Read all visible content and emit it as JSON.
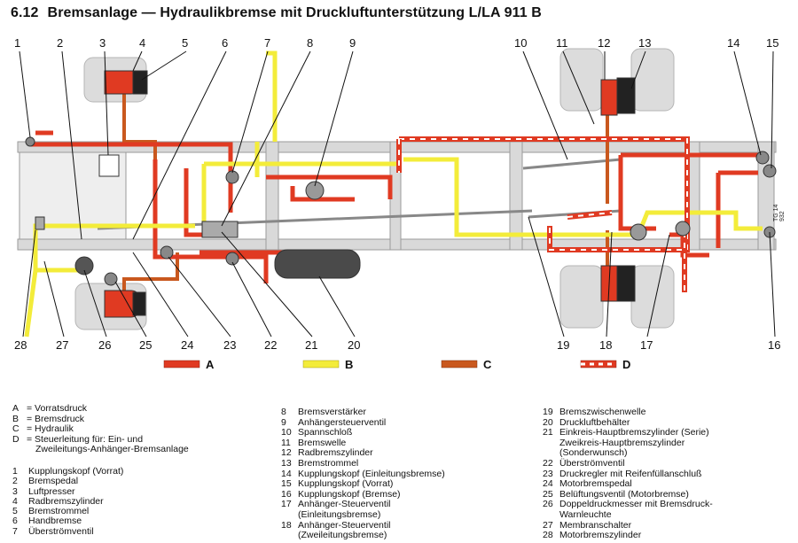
{
  "header": {
    "section_number": "6.12",
    "title": "Bremsanlage — Hydraulikbremse mit Druckluftunterstützung L/LA 911 B"
  },
  "side_code": "TG 14 932",
  "callouts_top": [
    "1",
    "2",
    "3",
    "4",
    "5",
    "6",
    "7",
    "8",
    "9",
    "10",
    "11",
    "12",
    "13",
    "14",
    "15"
  ],
  "callouts_bottom": [
    "28",
    "27",
    "26",
    "25",
    "24",
    "23",
    "22",
    "21",
    "20",
    "19",
    "18",
    "17",
    "16"
  ],
  "line_legend": [
    {
      "key": "A",
      "color": "#e03a22",
      "style": "solid"
    },
    {
      "key": "B",
      "color": "#f3ec3a",
      "style": "solid"
    },
    {
      "key": "C",
      "color": "#c9581e",
      "style": "solid"
    },
    {
      "key": "D",
      "color": "#e03a22",
      "style": "dashed-white"
    }
  ],
  "abbreviations": [
    {
      "key": "A",
      "text": "= Vorratsdruck"
    },
    {
      "key": "B",
      "text": "= Bremsdruck"
    },
    {
      "key": "C",
      "text": "= Hydraulik"
    },
    {
      "key": "D",
      "text": "= Steuerleitung für: Ein- und"
    },
    {
      "key": "",
      "text": "Zweileitungs-Anhänger-Bremsanlage"
    }
  ],
  "parts_col1": [
    {
      "num": "1",
      "text": "Kupplungskopf (Vorrat)"
    },
    {
      "num": "2",
      "text": "Bremspedal"
    },
    {
      "num": "3",
      "text": "Luftpresser"
    },
    {
      "num": "4",
      "text": "Radbremszylinder"
    },
    {
      "num": "5",
      "text": "Bremstrommel"
    },
    {
      "num": "6",
      "text": "Handbremse"
    },
    {
      "num": "7",
      "text": "Überströmventil"
    }
  ],
  "parts_col2": [
    {
      "num": "8",
      "text": "Bremsverstärker"
    },
    {
      "num": "9",
      "text": "Anhängersteuerventil"
    },
    {
      "num": "10",
      "text": "Spannschloß"
    },
    {
      "num": "11",
      "text": "Bremswelle"
    },
    {
      "num": "12",
      "text": "Radbremszylinder"
    },
    {
      "num": "13",
      "text": "Bremstrommel"
    },
    {
      "num": "14",
      "text": "Kupplungskopf (Einleitungsbremse)"
    },
    {
      "num": "15",
      "text": "Kupplungskopf (Vorrat)"
    },
    {
      "num": "16",
      "text": "Kupplungskopf (Bremse)"
    },
    {
      "num": "17",
      "text": "Anhänger-Steuerventil"
    },
    {
      "num": "",
      "text": "(Einleitungsbremse)"
    },
    {
      "num": "18",
      "text": "Anhänger-Steuerventil"
    },
    {
      "num": "",
      "text": "(Zweileitungsbremse)"
    }
  ],
  "parts_col3": [
    {
      "num": "19",
      "text": "Bremszwischenwelle"
    },
    {
      "num": "20",
      "text": "Druckluftbehälter"
    },
    {
      "num": "21",
      "text": "Einkreis-Hauptbremszylinder (Serie)"
    },
    {
      "num": "",
      "text": "Zweikreis-Hauptbremszylinder"
    },
    {
      "num": "",
      "text": "(Sonderwunsch)"
    },
    {
      "num": "22",
      "text": "Überströmventil"
    },
    {
      "num": "23",
      "text": "Druckregler mit Reifenfüllanschluß"
    },
    {
      "num": "24",
      "text": "Motorbremspedal"
    },
    {
      "num": "25",
      "text": "Belüftungsventil (Motorbremse)"
    },
    {
      "num": "26",
      "text": "Doppeldruckmesser mit Bremsdruck-"
    },
    {
      "num": "",
      "text": "Warnleuchte"
    },
    {
      "num": "27",
      "text": "Membranschalter"
    },
    {
      "num": "28",
      "text": "Motorbremszylinder"
    }
  ]
}
